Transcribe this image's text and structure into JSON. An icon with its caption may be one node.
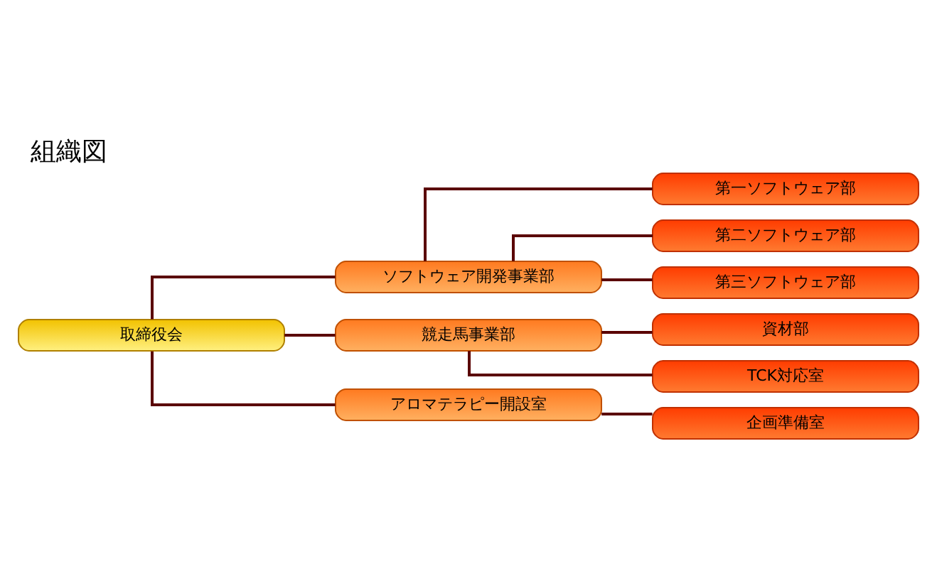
{
  "diagram": {
    "title": "組織図",
    "nodes": [
      {
        "text": [
          "取締役会"
        ]
      },
      {
        "text": [
          "ソフトウェア開発事業部"
        ]
      },
      {
        "text": [
          "第一ソフトウェア部"
        ]
      },
      {
        "text": [
          "第二ソフトウェア部"
        ]
      },
      {
        "text": [
          "第三ソフトウェア部"
        ]
      },
      {
        "text": [
          "競走馬事業部"
        ]
      },
      {
        "text": [
          "資材部"
        ]
      },
      {
        "text": [
          "TCK対応室"
        ]
      },
      {
        "text": [
          "アロマテラピー開設室"
        ]
      },
      {
        "text": [
          "企画準備室"
        ]
      }
    ],
    "edges": [
      {
        "from": 0,
        "to": 1,
        "arrow": "none"
      },
      {
        "from": 1,
        "to": 2,
        "arrow": "none"
      },
      {
        "from": 1,
        "to": 3,
        "arrow": "none"
      },
      {
        "from": 1,
        "to": 4,
        "arrow": "none"
      },
      {
        "from": 0,
        "to": 5,
        "arrow": "none"
      },
      {
        "from": 5,
        "to": 6,
        "arrow": "none"
      },
      {
        "from": 5,
        "to": 7,
        "arrow": "none"
      },
      {
        "from": 0,
        "to": 8,
        "arrow": "none"
      },
      {
        "from": 8,
        "to": 9,
        "arrow": "none"
      }
    ]
  }
}
